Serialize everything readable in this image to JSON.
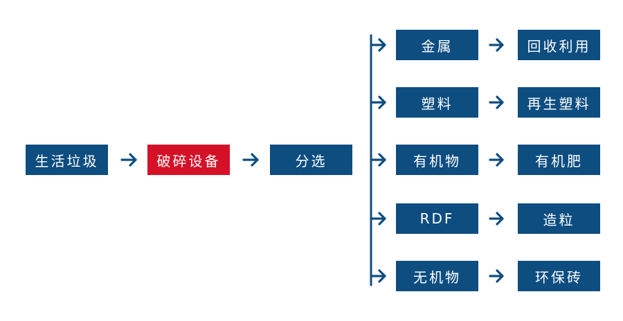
{
  "colors": {
    "primary": "#0e4d80",
    "highlight": "#d51128",
    "arrow": "#0e4d80"
  },
  "flow": {
    "source": "生活垃圾",
    "crusher": "破碎设备",
    "sorting": "分选"
  },
  "branches": [
    {
      "material": "金属",
      "product": "回收利用"
    },
    {
      "material": "塑料",
      "product": "再生塑料"
    },
    {
      "material": "有机物",
      "product": "有机肥"
    },
    {
      "material": "RDF",
      "product": "造粒"
    },
    {
      "material": "无机物",
      "product": "环保砖"
    }
  ]
}
